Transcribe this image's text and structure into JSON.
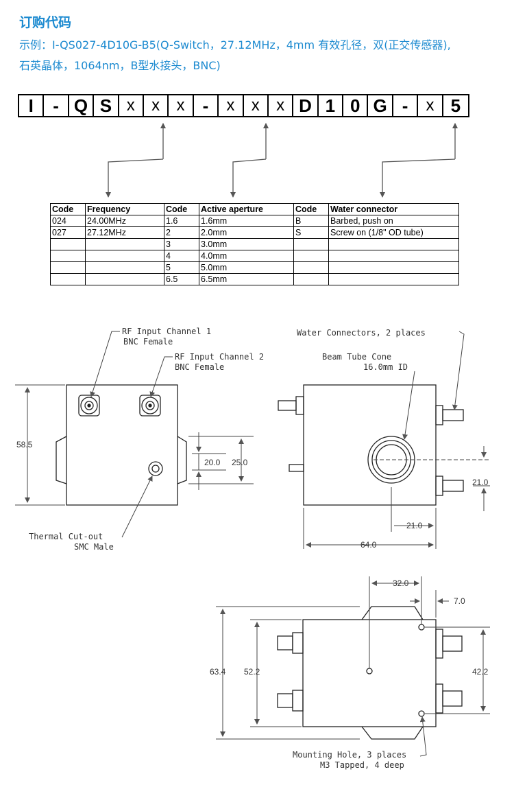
{
  "header": {
    "title": "订购代码",
    "line1": "示例：I-QS027-4D10G-B5(Q-Switch，27.12MHz，4mm 有效孔径，双(正交传感器),",
    "line2": "石英晶体，1064nm，B型水接头，BNC)"
  },
  "code_boxes": [
    {
      "text": "I",
      "bold": true
    },
    {
      "text": "-",
      "bold": true
    },
    {
      "text": "Q",
      "bold": true
    },
    {
      "text": "S",
      "bold": true
    },
    {
      "text": "x",
      "bold": false
    },
    {
      "text": "x",
      "bold": false
    },
    {
      "text": "x",
      "bold": false
    },
    {
      "text": "-",
      "bold": true
    },
    {
      "text": "x",
      "bold": false
    },
    {
      "text": "x",
      "bold": false
    },
    {
      "text": "x",
      "bold": false
    },
    {
      "text": "D",
      "bold": true
    },
    {
      "text": "1",
      "bold": true
    },
    {
      "text": "0",
      "bold": true
    },
    {
      "text": "G",
      "bold": true
    },
    {
      "text": "-",
      "bold": true
    },
    {
      "text": "x",
      "bold": false
    },
    {
      "text": "5",
      "bold": true
    }
  ],
  "spec_table": {
    "headers": [
      "Code",
      "Frequency",
      "Code",
      "Active aperture",
      "Code",
      "Water connector"
    ],
    "rows": [
      [
        "024",
        "24.00MHz",
        "1.6",
        "1.6mm",
        "B",
        "Barbed, push on"
      ],
      [
        "027",
        "27.12MHz",
        "2",
        "2.0mm",
        "S",
        "Screw on (1/8\" OD tube)"
      ],
      [
        "",
        "",
        "3",
        "3.0mm",
        "",
        ""
      ],
      [
        "",
        "",
        "4",
        "4.0mm",
        "",
        ""
      ],
      [
        "",
        "",
        "5",
        "5.0mm",
        "",
        ""
      ],
      [
        "",
        "",
        "6.5",
        "6.5mm",
        "",
        ""
      ]
    ]
  },
  "drawing": {
    "rf_input_1": "RF Input Channel 1",
    "rf_input_1_sub": "BNC Female",
    "rf_input_2": "RF Input Channel 2",
    "rf_input_2_sub": "BNC Female",
    "thermal_1": "Thermal Cut-out",
    "thermal_2": "SMC Male",
    "water_connectors": "Water Connectors, 2 places",
    "beam_tube_1": "Beam Tube Cone",
    "beam_tube_2": "16.0mm ID",
    "mount_1": "Mounting Hole, 3 places",
    "mount_2": "M3 Tapped, 4 deep",
    "dim_58_5": "58.5",
    "dim_20_0": "20.0",
    "dim_25_0": "25.0",
    "dim_21_0_v": "21.0",
    "dim_21_0_h": "21.0",
    "dim_64_0": "64.0",
    "dim_32_0": "32.0",
    "dim_7_0": "7.0",
    "dim_63_4": "63.4",
    "dim_52_2": "52.2",
    "dim_42_2": "42.2"
  }
}
